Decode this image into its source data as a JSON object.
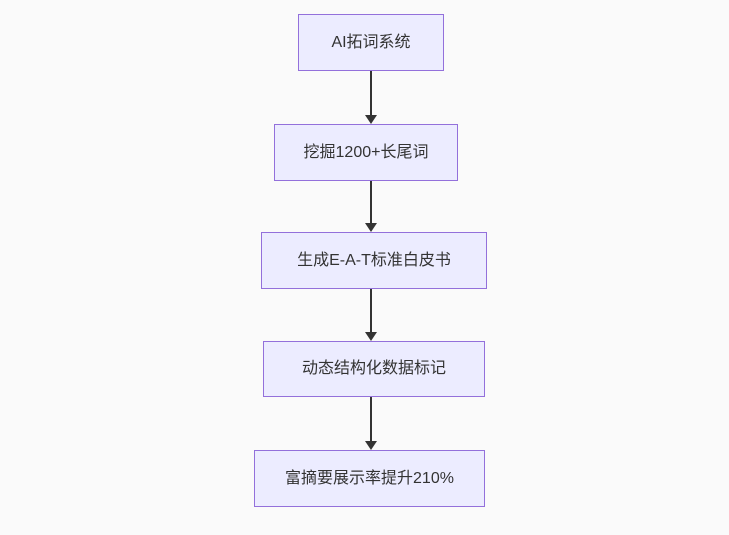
{
  "diagram": {
    "type": "flowchart",
    "direction": "top-down",
    "nodes": [
      {
        "id": "A",
        "label": "AI拓词系统"
      },
      {
        "id": "B",
        "label": "挖掘1200+长尾词"
      },
      {
        "id": "C",
        "label": "生成E-A-T标准白皮书"
      },
      {
        "id": "D",
        "label": "动态结构化数据标记"
      },
      {
        "id": "E",
        "label": "富摘要展示率提升210%"
      }
    ],
    "edges": [
      {
        "from": "A",
        "to": "B"
      },
      {
        "from": "B",
        "to": "C"
      },
      {
        "from": "C",
        "to": "D"
      },
      {
        "from": "D",
        "to": "E"
      }
    ],
    "colors": {
      "background": "#fafafa",
      "node_fill": "#ECECFF",
      "node_border": "#9370DB",
      "arrow": "#333333",
      "text": "#333333"
    }
  }
}
